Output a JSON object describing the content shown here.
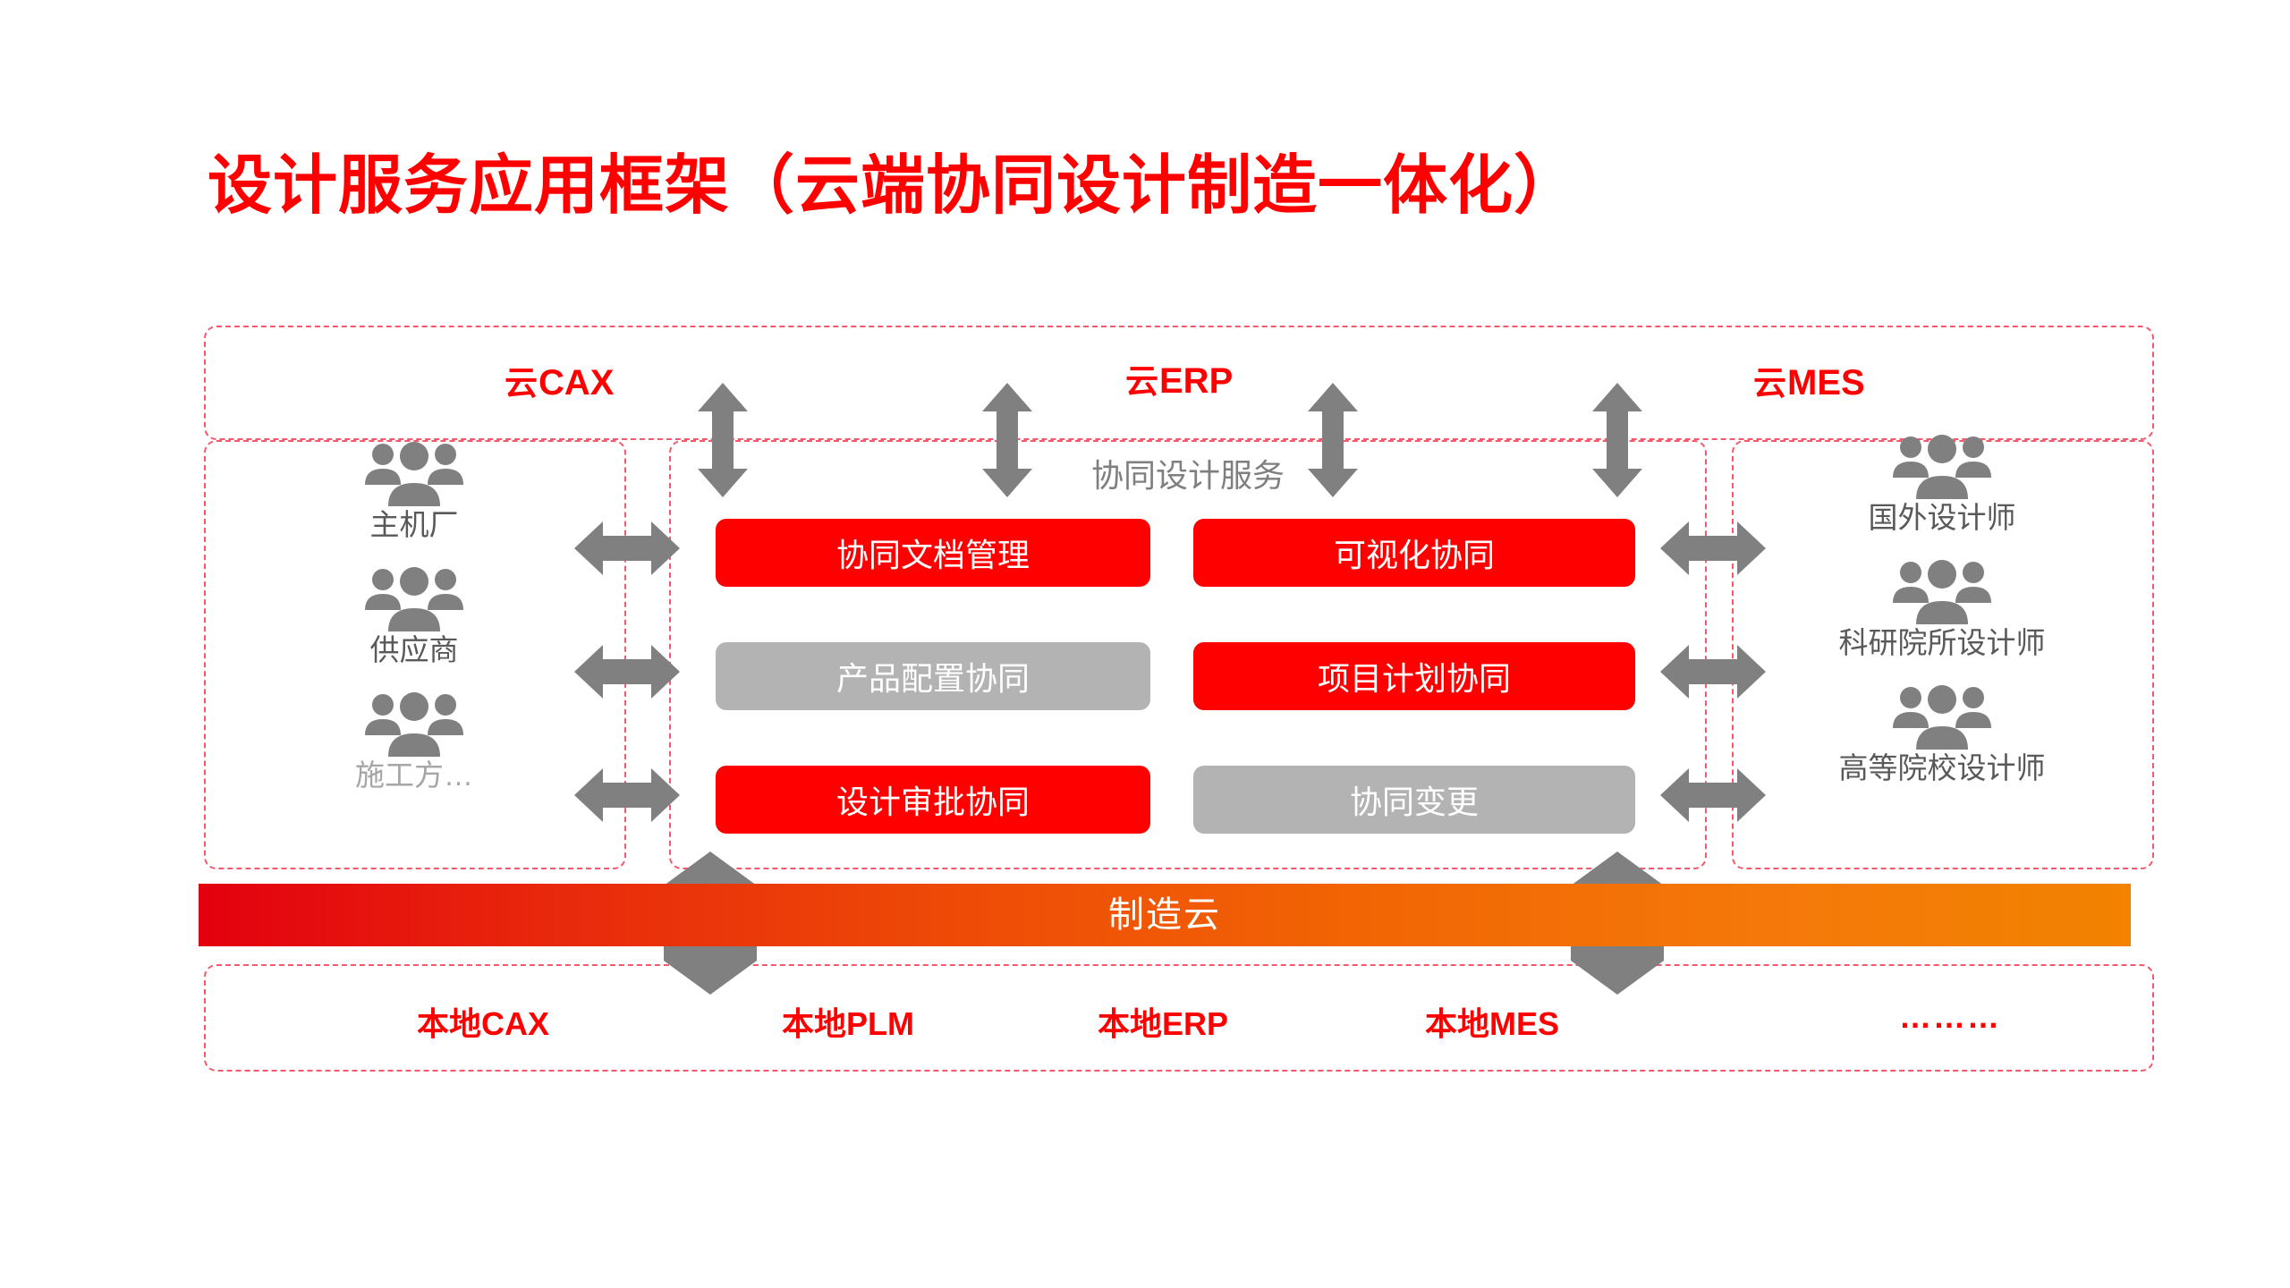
{
  "title": "设计服务应用框架（云端协同设计制造一体化）",
  "colors": {
    "brand_red": "#FF0000",
    "dashed_border": "#F4586A",
    "gray_tile": "#B3B3B3",
    "arrow_gray": "#808080",
    "label_gray": "#595959",
    "muted_gray": "#A6A6A6",
    "bar_gradient_start": "#E3000F",
    "bar_gradient_end": "#F28200"
  },
  "cloud_services": [
    {
      "id": "cax",
      "prefix": "云",
      "name": "CAX",
      "full": "云CAX"
    },
    {
      "id": "erp",
      "prefix": "云",
      "name": "ERP",
      "full": "云ERP"
    },
    {
      "id": "mes",
      "prefix": "云",
      "name": "MES",
      "full": "云MES"
    }
  ],
  "left_actors": [
    {
      "label": "主机厂",
      "muted": false
    },
    {
      "label": "供应商",
      "muted": false
    },
    {
      "label": "施工方…",
      "muted": true
    }
  ],
  "right_actors": [
    {
      "label": "国外设计师",
      "muted": false
    },
    {
      "label": "科研院所设计师",
      "muted": false
    },
    {
      "label": "高等院校设计师",
      "muted": false
    }
  ],
  "center": {
    "heading": "协同设计服务",
    "tiles": [
      {
        "label": "协同文档管理",
        "style": "red",
        "col": "a",
        "row": 1
      },
      {
        "label": "可视化协同",
        "style": "red",
        "col": "b",
        "row": 1
      },
      {
        "label": "产品配置协同",
        "style": "gray",
        "col": "a",
        "row": 2
      },
      {
        "label": "项目计划协同",
        "style": "red",
        "col": "b",
        "row": 2
      },
      {
        "label": "设计审批协同",
        "style": "red",
        "col": "a",
        "row": 3
      },
      {
        "label": "协同变更",
        "style": "gray",
        "col": "b",
        "row": 3
      }
    ]
  },
  "cloud_bar": {
    "label": "制造云"
  },
  "local_systems": [
    {
      "label": "本地CAX"
    },
    {
      "label": "本地PLM"
    },
    {
      "label": "本地ERP"
    },
    {
      "label": "本地MES"
    },
    {
      "label": "………"
    }
  ]
}
